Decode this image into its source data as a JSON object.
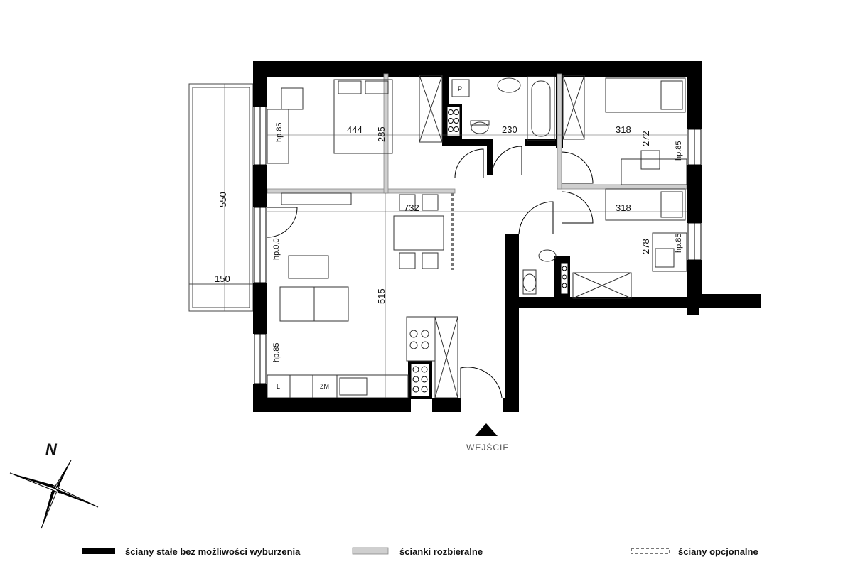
{
  "dimensions": {
    "living_length": "732",
    "living_width": "515",
    "bedroom1_length": "444",
    "bedroom1_width": "285",
    "bathroom_length": "230",
    "bedroom2_length": "318",
    "bedroom2_width": "272",
    "bedroom3_length": "318",
    "bedroom3_width": "278",
    "balcony_length": "550",
    "balcony_width": "150"
  },
  "window_labels": {
    "bedroom1": "hp.85",
    "living_balcony_door": "hp.0,0",
    "living_lower": "hp.85",
    "bedroom2": "hp.85",
    "bedroom3": "hp.85"
  },
  "appliance_labels": {
    "washer": "P",
    "fridge": "L",
    "dishwasher": "ZM"
  },
  "entry_label": "WEJŚCIE",
  "north_label": "N",
  "legend": {
    "permanent_walls": "ściany stałe bez możliwości wyburzenia",
    "removable_walls": "ścianki rozbieralne",
    "optional_walls": "ściany opcjonalne"
  },
  "colors": {
    "wall": "#000000",
    "removable_wall": "#cfcfcf",
    "line": "#333333"
  }
}
